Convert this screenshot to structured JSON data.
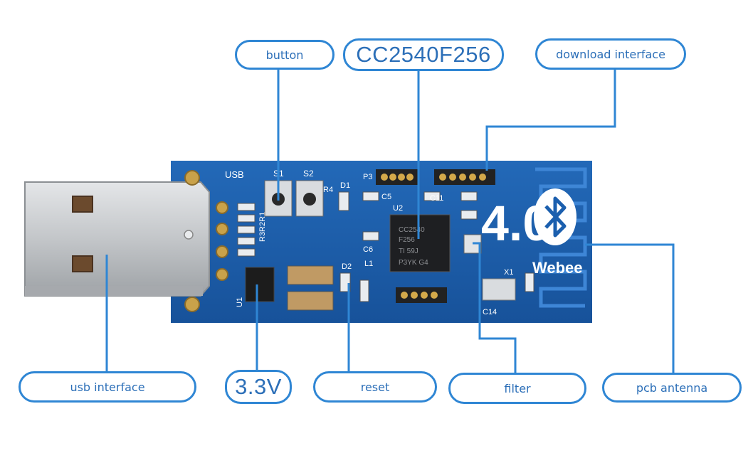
{
  "labels": {
    "button": "button",
    "chip": "CC2540F256",
    "download": "download interface",
    "usb": "usb interface",
    "voltage": "3.3V",
    "reset": "reset",
    "filter": "filter",
    "antenna": "pcb antenna"
  },
  "board": {
    "silkscreen_usb": "USB",
    "silkscreen_s1": "S1",
    "silkscreen_s2": "S2",
    "silkscreen_p3": "P3",
    "silkscreen_u2": "U2",
    "silkscreen_u1": "U1",
    "silkscreen_d1": "D1",
    "silkscreen_d2": "D2",
    "silkscreen_l1": "L1",
    "silkscreen_c5": "C5",
    "silkscreen_c6": "C6",
    "silkscreen_c11": "C11",
    "silkscreen_r4": "R4",
    "silkscreen_r3r2r1": "R3R2R1",
    "silkscreen_x1": "X1",
    "silkscreen_c14": "C14",
    "chip_marking_1": "CC2540",
    "chip_marking_2": "F256",
    "chip_marking_3": "TI 59J",
    "chip_marking_4": "P3YK G4",
    "logo_version": "4.0",
    "logo_brand": "Webee"
  },
  "colors": {
    "pcb": "#1b5fae",
    "leader": "#2f86d4",
    "label_text": "#2c6fb8"
  }
}
